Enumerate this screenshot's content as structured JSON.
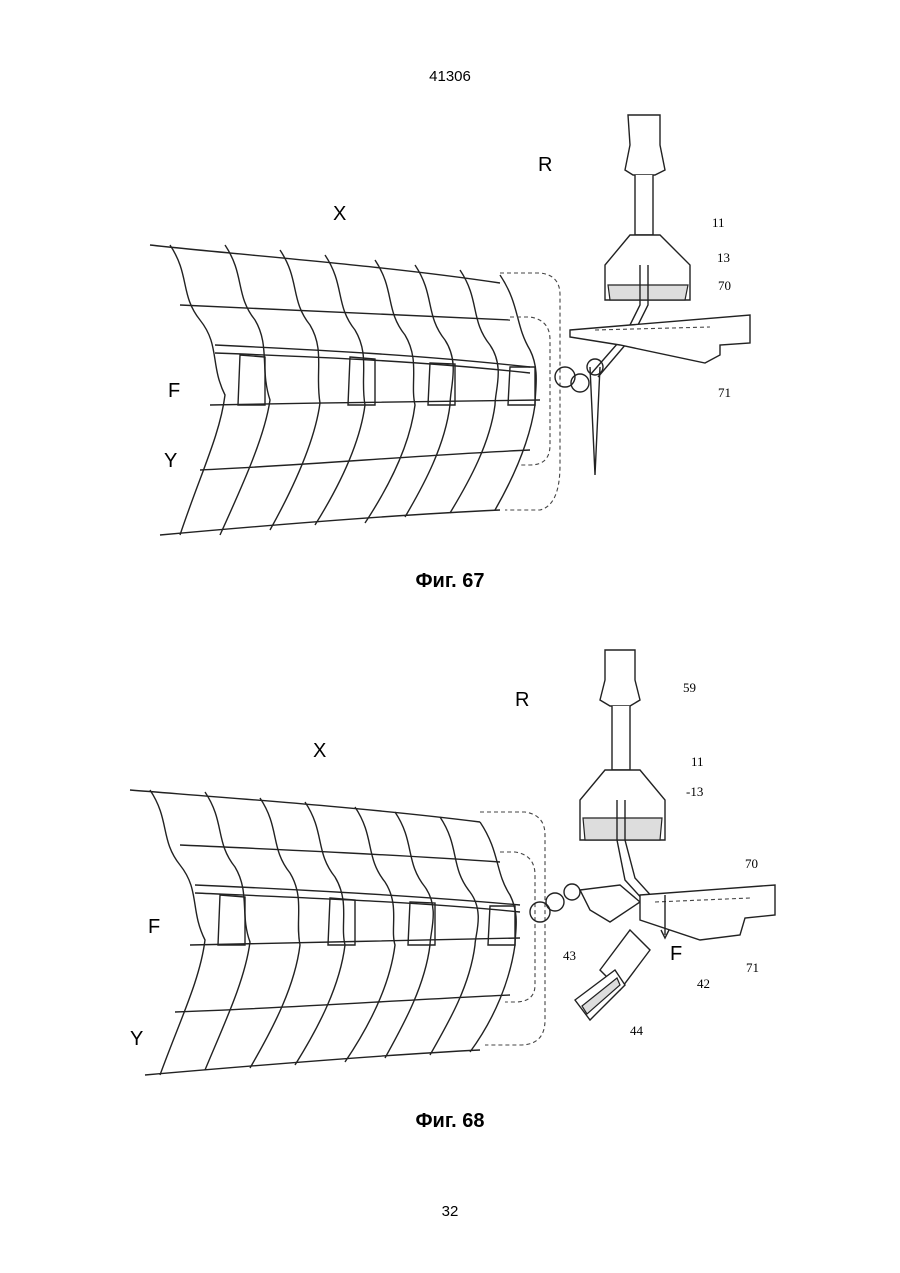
{
  "header": {
    "doc_number": "41306"
  },
  "figure67": {
    "caption": "Фиг. 67",
    "labels": {
      "R": "R",
      "X": "X",
      "F": "F",
      "Y": "Y",
      "n11": "11",
      "n13": "13",
      "n70": "70",
      "n71": "71"
    }
  },
  "figure68": {
    "caption": "Фиг. 68",
    "labels": {
      "R": "R",
      "X": "X",
      "F": "F",
      "F2": "F",
      "Y": "Y",
      "n59": "59",
      "n11": "11",
      "n13": "-13",
      "n70": "70",
      "n71": "71",
      "n42": "42",
      "n43": "43",
      "n44": "44"
    }
  },
  "footer": {
    "page_number": "32"
  }
}
